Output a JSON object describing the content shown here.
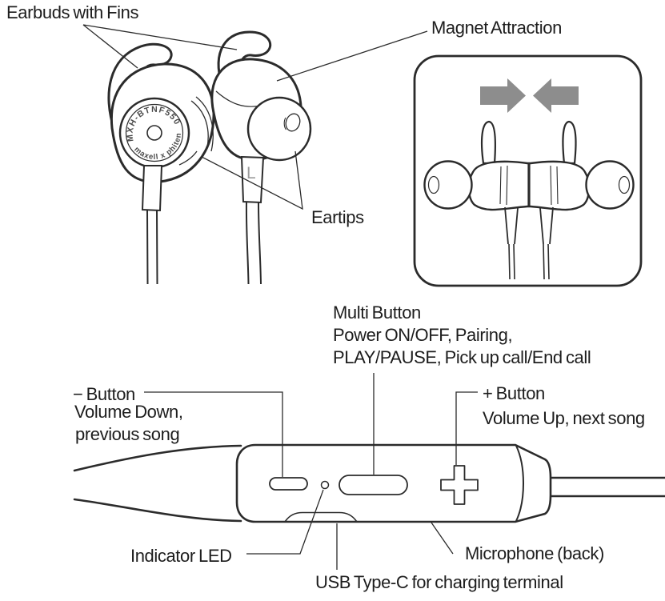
{
  "figure": {
    "labels": {
      "earbuds_with_fins": "Earbuds with Fins",
      "magnet_attraction": "Magnet Attraction",
      "eartips": "Eartips",
      "multi_button": {
        "line1": "Multi Button",
        "line2": "Power ON/OFF, Pairing,",
        "line3": "PLAY/PAUSE, Pick up call/End call"
      },
      "minus_button": {
        "line1": "− Button",
        "line2": "Volume Down,",
        "line3": "previous song"
      },
      "plus_button": {
        "line1": "+ Button",
        "line2": "Volume Up, next song"
      },
      "indicator_led": "Indicator LED",
      "usb": "USB Type-C for charging terminal",
      "microphone": "Microphone (back)"
    },
    "markings": {
      "model": "MXH-BTNF550",
      "brand": "maxell x phiten",
      "channel": "L"
    },
    "colors": {
      "line": "#2b2b2b",
      "arrow_gray": "#8d8d8d",
      "marking_gray": "#9a9a9a",
      "text": "#1d1d1d"
    }
  }
}
